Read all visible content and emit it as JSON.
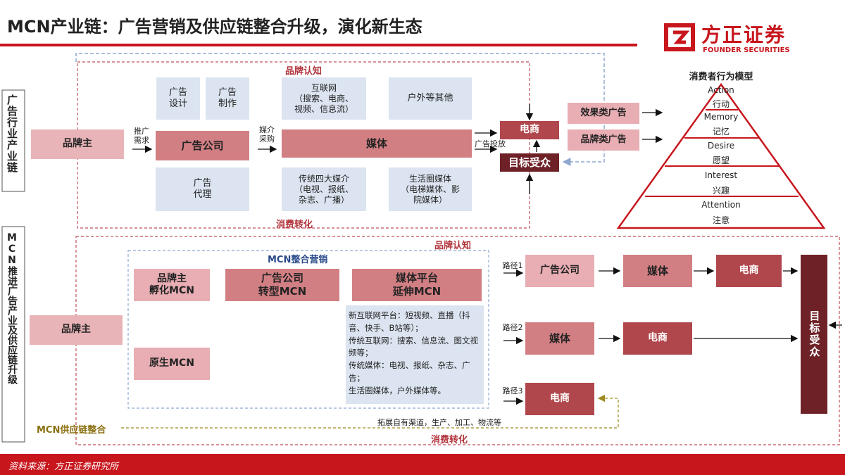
{
  "title": "MCN产业链：广告营销及供应链整合升级，演化新生态",
  "logo": {
    "name": "方正证券",
    "sub": "FOUNDER SECURITIES"
  },
  "colors": {
    "brand_red": "#c8161d",
    "dark_red": "#6e2227",
    "mid_red": "#b0474d",
    "pink": "#e8b4b8",
    "blue_box": "#dbe4f0"
  },
  "top_section": {
    "side_label": "广告行业产业链",
    "brand_awareness": "品牌认知",
    "consumption_conversion": "消费转化",
    "brand_owner": "品牌主",
    "promo_demand": "推广\n需求",
    "ad_design": "广告\n设计",
    "ad_production": "广告\n制作",
    "ad_company": "广告公司",
    "ad_agency": "广告\n代理",
    "media_purchase": "媒介\n采购",
    "internet": "互联网\n（搜索、电商、\n视频、信息流）",
    "outdoor": "户外等其他",
    "media": "媒体",
    "traditional": "传统四大媒介\n（电视、报纸、\n杂志、广播）",
    "life_circle": "生活圈媒体\n（电梯媒体、影\n院媒体）",
    "ad_placement": "广告投放",
    "ecommerce": "电商",
    "target_audience": "目标受众",
    "performance_ad": "效果类广告",
    "brand_ad": "品牌类广告"
  },
  "pyramid": {
    "title": "消费者行为模型",
    "levels": [
      {
        "en": "Action",
        "zh": "行动"
      },
      {
        "en": "Memory",
        "zh": "记忆"
      },
      {
        "en": "Desire",
        "zh": "愿望"
      },
      {
        "en": "Interest",
        "zh": "兴趣"
      },
      {
        "en": "Attention",
        "zh": "注意"
      }
    ]
  },
  "bottom_section": {
    "side_label": "MCN推进广告产业及供应链升级",
    "brand_awareness": "品牌认知",
    "consumption_conversion": "消费转化",
    "brand_owner": "品牌主",
    "mcn_marketing": "MCN整合营销",
    "brand_incubate": "品牌主\n孵化MCN",
    "ad_transform": "广告公司\n转型MCN",
    "media_extend": "媒体平台\n延伸MCN",
    "native_mcn": "原生MCN",
    "media_detail": "新互联网平台：短视频、直播（抖音、快手、B站等）；\n传统互联网：搜索、信息流、图文视频等；\n传统媒体：电视、报纸、杂志、广告；\n生活圈媒体，户外媒体等。",
    "supply_chain": "MCN供应链整合",
    "supply_chain_desc": "拓展自有渠道，生产、加工、物流等",
    "path1_label": "路径1",
    "path1": [
      "广告公司",
      "媒体",
      "电商"
    ],
    "path2_label": "路径2",
    "path2": [
      "媒体",
      "电商"
    ],
    "path3_label": "路径3",
    "path3": [
      "电商"
    ],
    "target_audience": "目标受众"
  },
  "source": "资料来源：方正证券研究所"
}
